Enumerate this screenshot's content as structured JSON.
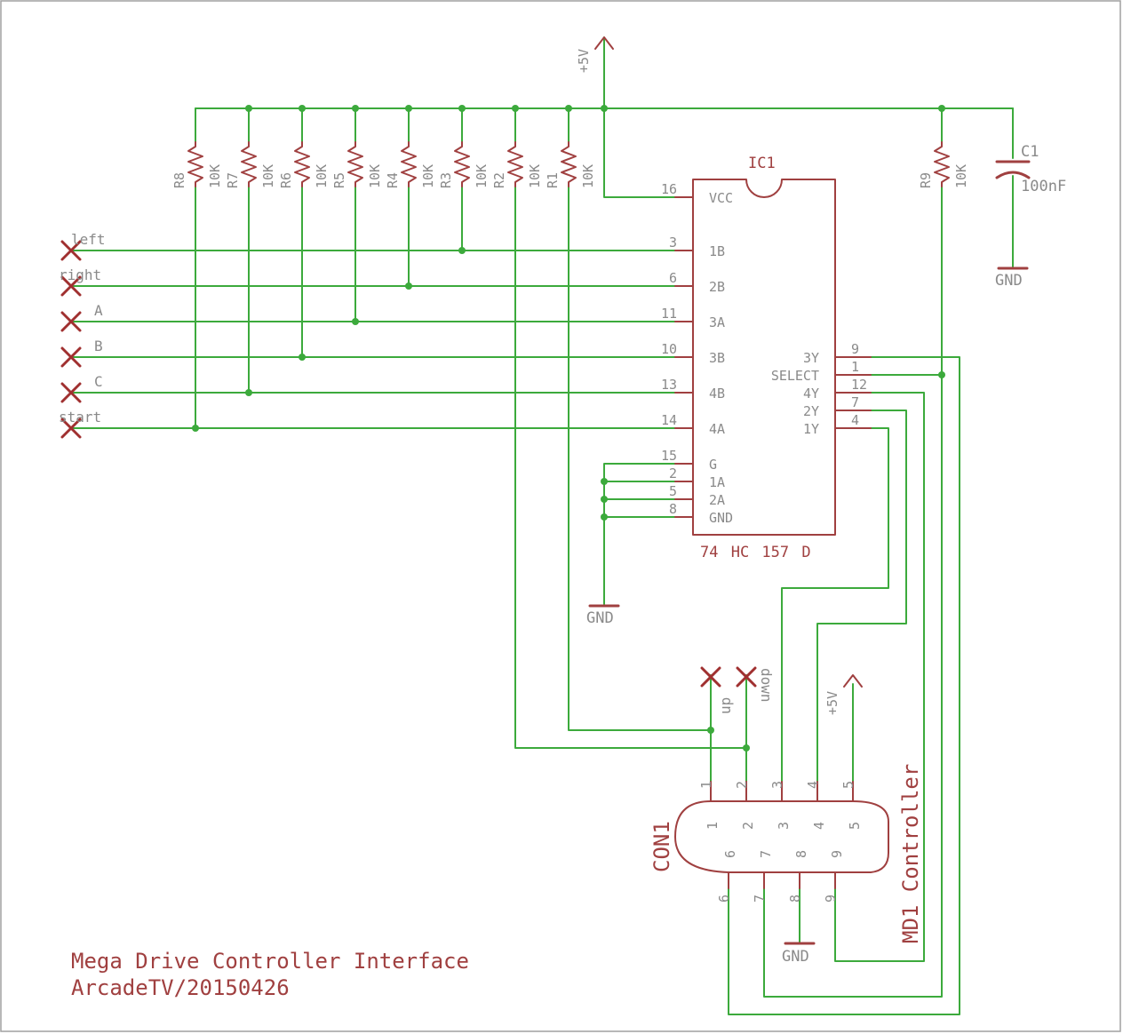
{
  "title": {
    "line1": "Mega Drive Controller Interface",
    "line2": "ArcadeTV/20150426"
  },
  "supply": {
    "top": "+5V",
    "connector": "+5V"
  },
  "ic": {
    "name": "IC1",
    "value": "74 HC 157 D",
    "left_pins": [
      {
        "num": "16",
        "name": "VCC"
      },
      {
        "num": "3",
        "name": "1B"
      },
      {
        "num": "6",
        "name": "2B"
      },
      {
        "num": "11",
        "name": "3A"
      },
      {
        "num": "10",
        "name": "3B"
      },
      {
        "num": "13",
        "name": "4B"
      },
      {
        "num": "14",
        "name": "4A"
      },
      {
        "num": "15",
        "name": "G"
      },
      {
        "num": "2",
        "name": "1A"
      },
      {
        "num": "5",
        "name": "2A"
      },
      {
        "num": "8",
        "name": "GND"
      }
    ],
    "right_pins": [
      {
        "num": "9",
        "name": "3Y"
      },
      {
        "num": "1",
        "name": "SELECT"
      },
      {
        "num": "12",
        "name": "4Y"
      },
      {
        "num": "7",
        "name": "2Y"
      },
      {
        "num": "4",
        "name": "1Y"
      }
    ]
  },
  "resistors": [
    {
      "name": "R8",
      "value": "10K"
    },
    {
      "name": "R7",
      "value": "10K"
    },
    {
      "name": "R6",
      "value": "10K"
    },
    {
      "name": "R5",
      "value": "10K"
    },
    {
      "name": "R4",
      "value": "10K"
    },
    {
      "name": "R3",
      "value": "10K"
    },
    {
      "name": "R2",
      "value": "10K"
    },
    {
      "name": "R1",
      "value": "10K"
    },
    {
      "name": "R9",
      "value": "10K"
    }
  ],
  "capacitor": {
    "name": "C1",
    "value": "100nF"
  },
  "ground_labels": {
    "cap": "GND",
    "ic": "GND",
    "conn": "GND"
  },
  "inputs": [
    "left",
    "right",
    "A",
    "B",
    "C",
    "start"
  ],
  "no_connect": [
    "up",
    "down"
  ],
  "connector": {
    "name": "CON1",
    "value": "MD1 Controller",
    "top_pins": [
      "1",
      "2",
      "3",
      "4",
      "5"
    ],
    "bottom_pins": [
      "6",
      "7",
      "8",
      "9"
    ]
  }
}
